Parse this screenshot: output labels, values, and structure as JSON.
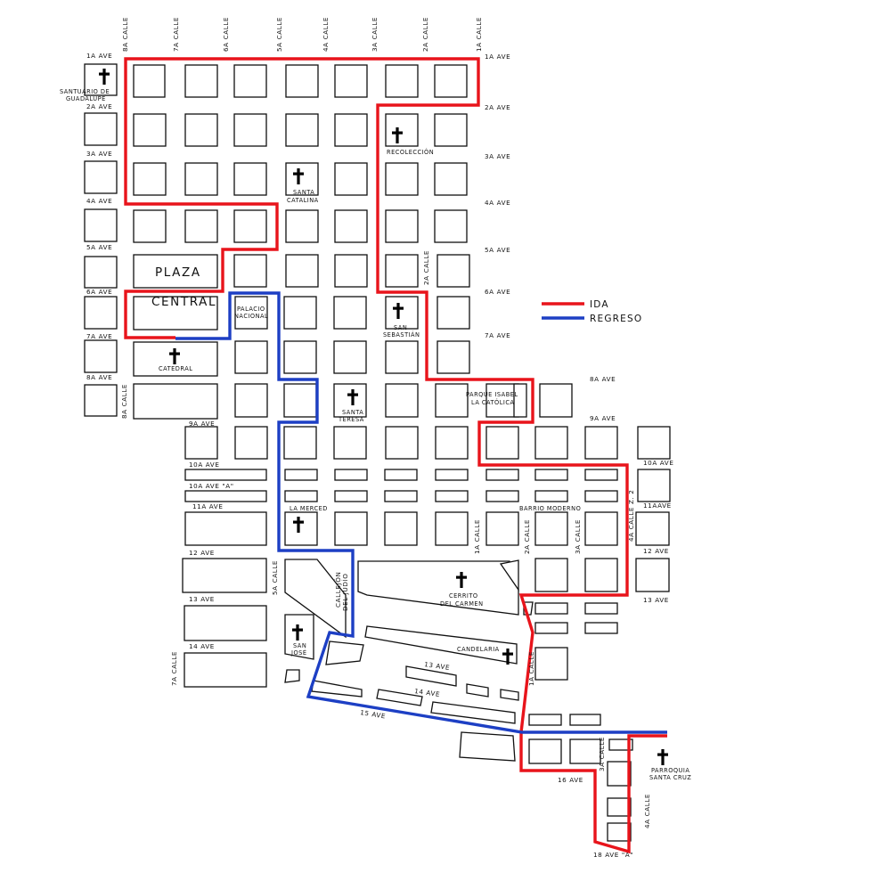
{
  "colors": {
    "ida": "#e8141b",
    "regreso": "#1d3fc4",
    "icon": "cross-icon"
  },
  "legend": {
    "ida": "IDA",
    "regreso": "REGRESO"
  },
  "streets": {
    "calle_8a": "8A CALLE",
    "calle_7a": "7A CALLE",
    "calle_6a": "6A CALLE",
    "calle_5a": "5A CALLE",
    "calle_4a": "4A CALLE",
    "calle_3a": "3A CALLE",
    "calle_2a": "2A CALLE",
    "calle_1a": "1A CALLE",
    "calle_8a_bottom": "8A CALLE",
    "calle_2a_mid": "2A CALLE",
    "calle_7a_low": "7A CALLE",
    "calle_5a_low": "5A CALLE",
    "calle_1a_low": "1A CALLE",
    "calle_2a_low": "2A CALLE",
    "calle_3a_low": "3A CALLE",
    "calle_4a_z2": "4A CALLE Z. 2",
    "calle_1a_south": "1A CALLE",
    "calle_3a_south": "3A CALLE",
    "calle_4a_south": "4A CALLE",
    "callejon_1": "CALLEJÓN",
    "callejon_2": "DEL JUDÍO"
  },
  "avenues": {
    "ave_1a_left": "1A AVE",
    "ave_1a_right": "1A AVE",
    "ave_2a_left": "2A AVE",
    "ave_2a_right": "2A AVE",
    "ave_3a_left": "3A AVE",
    "ave_3a_right": "3A AVE",
    "ave_4a_left": "4A AVE",
    "ave_4a_right": "4A AVE",
    "ave_5a_left": "5A AVE",
    "ave_5a_right": "5A AVE",
    "ave_6a_left": "6A AVE",
    "ave_6a_right": "6A AVE",
    "ave_7a_left": "7A AVE",
    "ave_7a_right": "7A AVE",
    "ave_8a_left": "8A AVE",
    "ave_8a_right": "8A AVE",
    "ave_9a_mid": "9A AVE",
    "ave_9a_right": "9A AVE",
    "ave_10a_mid": "10A AVE",
    "ave_10a_right": "10A AVE",
    "ave_10a_a": "10A AVE \"A\"",
    "ave_11a_mid": "11A AVE",
    "ave_11a_right": "11AAVE",
    "ave_12_left": "12 AVE",
    "ave_12_right": "12 AVE",
    "ave_13_left": "13 AVE",
    "ave_13_right": "13 AVE",
    "ave_13_mid": "13 AVE",
    "ave_14_left": "14 AVE",
    "ave_14_mid": "14 AVE",
    "ave_15": "15 AVE",
    "ave_16": "16 AVE",
    "ave_18a": "18 AVE \"A\""
  },
  "places": {
    "santuario_1": "SANTUARIO DE",
    "santuario_2": "GUADALUPE",
    "recoleccion": "RECOLECCIÓN",
    "santa_catalina_1": "SANTA",
    "santa_catalina_2": "CATALINA",
    "plaza": "PLAZA",
    "central": "CENTRAL",
    "palacio_1": "PALACIO",
    "palacio_2": "NACIONAL",
    "san_sebastian_1": "SAN",
    "san_sebastian_2": "SEBASTIÁN",
    "catedral": "CATEDRAL",
    "parque_1": "PARQUE ISABEL",
    "parque_2": "LA CATÓLICA",
    "santa_teresa_1": "SANTA",
    "santa_teresa_2": "TERESA",
    "la_merced": "LA MERCED",
    "barrio_moderno": "BARRIO MODERNO",
    "cerrito_1": "CERRITO",
    "cerrito_2": "DEL CARMEN",
    "san_jose_1": "SAN",
    "san_jose_2": "JOSÉ",
    "candelaria": "CANDELARIA",
    "parroquia_1": "PARROQUIA",
    "parroquia_2": "SANTA CRUZ"
  }
}
